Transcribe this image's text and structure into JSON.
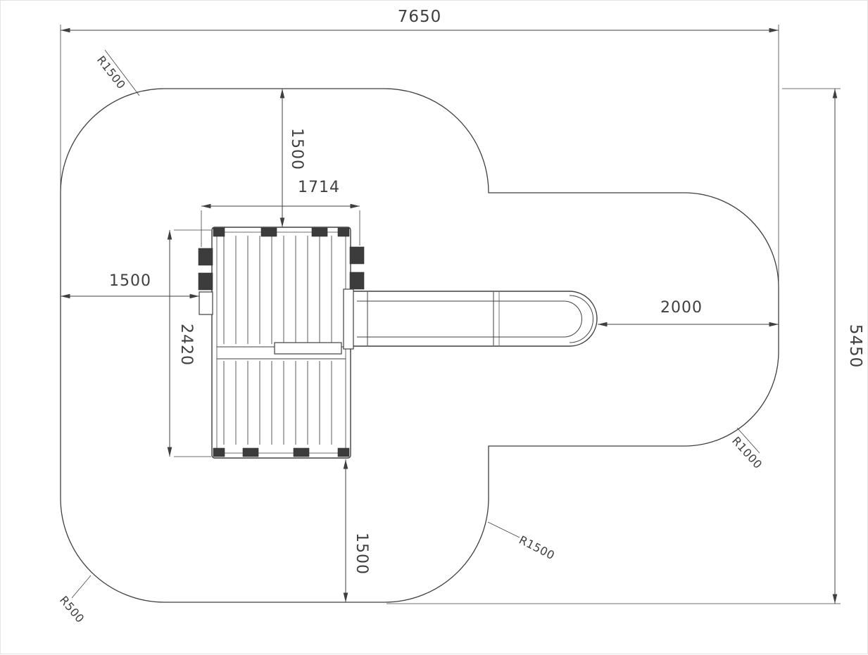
{
  "drawing": {
    "dimensions": {
      "overall_width": "7650",
      "overall_height": "5450",
      "top_clearance": "1500",
      "platform_width": "1714",
      "left_clearance": "1500",
      "platform_depth": "2420",
      "right_clearance": "2000",
      "bottom_clearance": "1500"
    },
    "radius_labels": {
      "top_left": "R1500",
      "right_lobe": "R1000",
      "bottom_center": "R1500",
      "bottom_left": "R500"
    },
    "colors": {
      "line": "#3f3f3f",
      "dark_fill": "#3c3c3c",
      "background": "#ffffff"
    }
  }
}
